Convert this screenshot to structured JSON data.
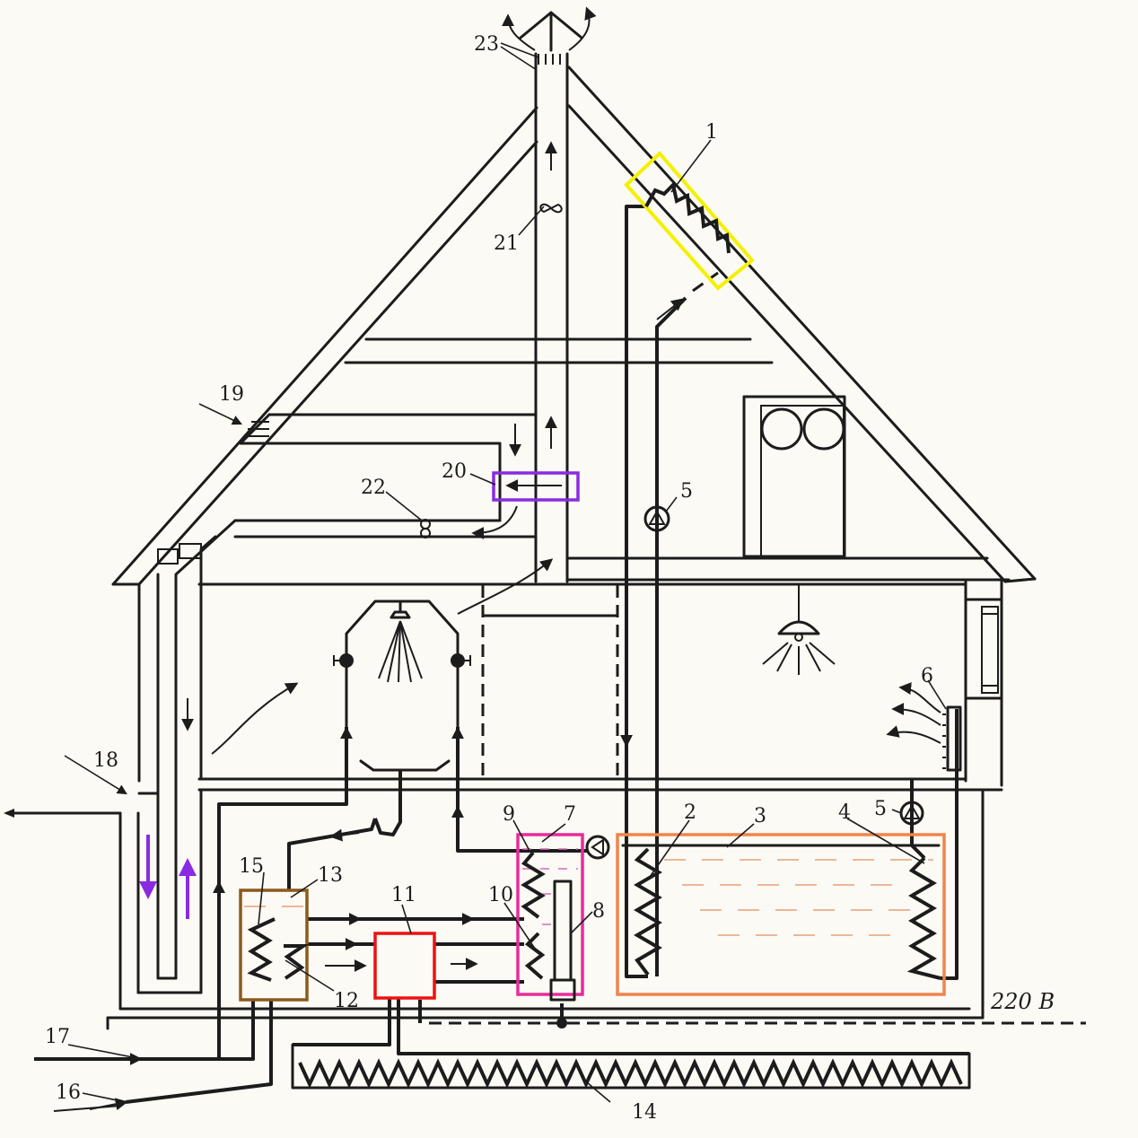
{
  "labels": {
    "l1": "1",
    "l2": "2",
    "l3": "3",
    "l4": "4",
    "l5a": "5",
    "l5b": "5",
    "l6": "6",
    "l7": "7",
    "l8": "8",
    "l9": "9",
    "l10": "10",
    "l11": "11",
    "l12": "12",
    "l13": "13",
    "l14": "14",
    "l15": "15",
    "l16": "16",
    "l17": "17",
    "l18": "18",
    "l19": "19",
    "l20": "20",
    "l21": "21",
    "l22": "22",
    "l23": "23"
  },
  "voltage": "220 B",
  "highlight_colors": {
    "solar_collector": "#f5f000",
    "tank": "#f0844a",
    "boiler": "#e82c9a",
    "heat_pump": "#ee1111",
    "recuperator": "#8b5a1b",
    "ventilation_exchanger": "#8a2be2",
    "ground_air_flow": "#8a2be2"
  }
}
